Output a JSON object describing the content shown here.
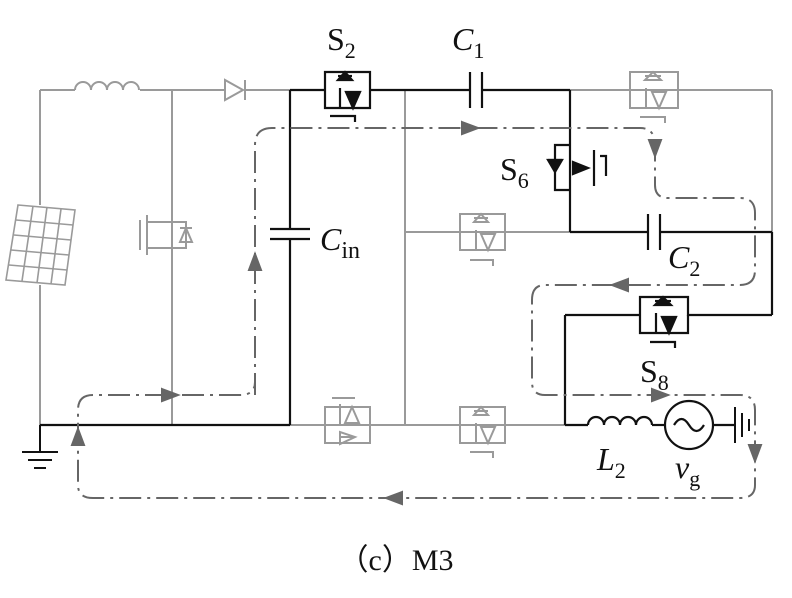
{
  "labels": {
    "s2": "S",
    "s2_sub": "2",
    "c1": "C",
    "c1_sub": "1",
    "s6": "S",
    "s6_sub": "6",
    "cin": "C",
    "cin_sub": "in",
    "c2": "C",
    "c2_sub": "2",
    "s8": "S",
    "s8_sub": "8",
    "l2": "L",
    "l2_sub": "2",
    "vg": "v",
    "vg_sub": "g"
  },
  "caption": "（c）M3",
  "colors": {
    "active": "#111111",
    "inactive": "#9a9a9a",
    "current_path": "#666666"
  }
}
